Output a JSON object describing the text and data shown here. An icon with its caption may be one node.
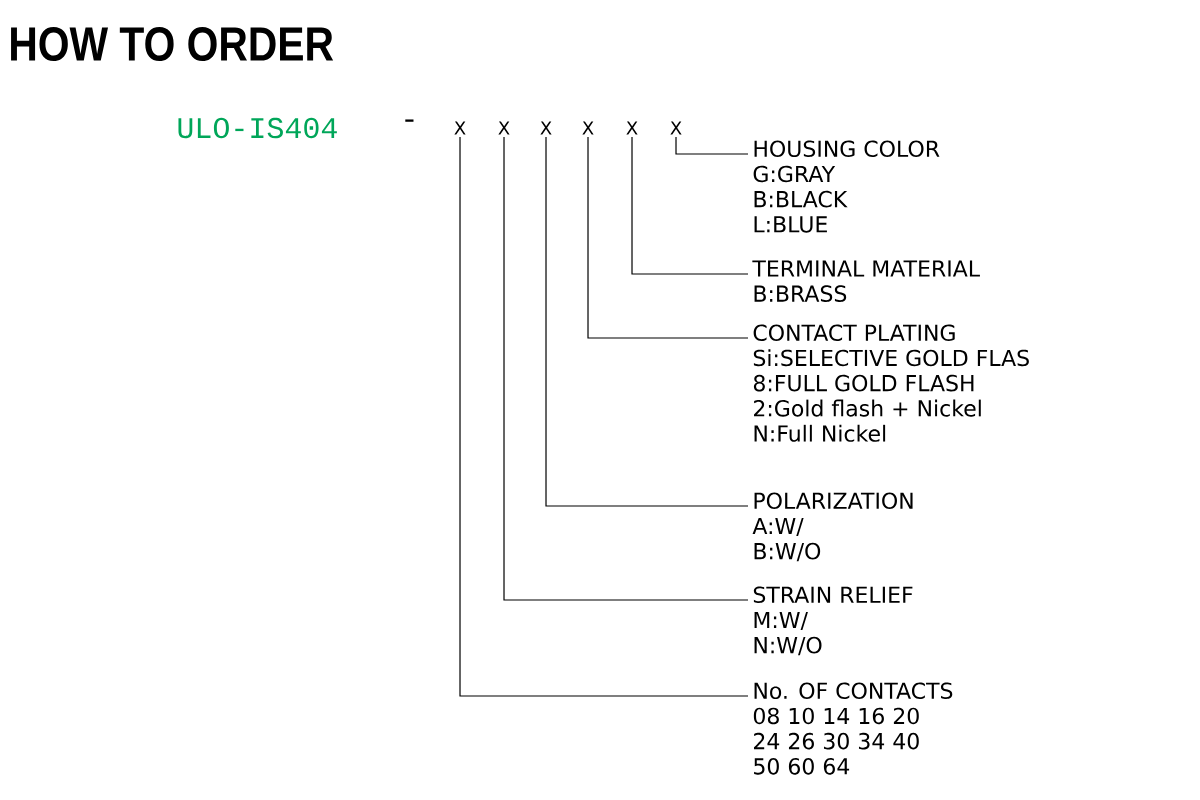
{
  "diagram": {
    "title": "HOW TO ORDER",
    "nodes": [
      {
        "text": [
          "X"
        ]
      },
      {
        "text": [
          "X"
        ]
      },
      {
        "text": [
          "X"
        ]
      },
      {
        "text": [
          "X"
        ]
      },
      {
        "text": [
          "X"
        ]
      },
      {
        "text": [
          "X"
        ]
      },
      {
        "text": [
          "HOUSING COLOR",
          "G:GRAY",
          "B:BLACK",
          "L:BLUE"
        ]
      },
      {
        "text": [
          "TERMINAL MATERIAL",
          "B:BRASS"
        ]
      },
      {
        "text": [
          "CONTACT PLATING",
          "Si:SELECTIVE GOLD FLAS",
          "8:FULL GOLD FLASH",
          "2:Gold flash + Nickel",
          "N:Full Nickel"
        ]
      },
      {
        "text": [
          "POLARIZATION",
          "A:W/",
          "B:W/O"
        ]
      },
      {
        "text": [
          "STRAIN RELIEF",
          "M:W/",
          "N:W/O"
        ]
      },
      {
        "text": [
          "No. OF CONTACTS",
          "08 10 14 16 20",
          "24 26 30 34 40",
          "50 60 64"
        ]
      }
    ],
    "edges": [
      {
        "from": 5,
        "to": 6,
        "arrow": "none"
      },
      {
        "from": 4,
        "to": 7,
        "arrow": "none"
      },
      {
        "from": 3,
        "to": 8,
        "arrow": "none"
      },
      {
        "from": 2,
        "to": 9,
        "arrow": "none"
      },
      {
        "from": 1,
        "to": 10,
        "arrow": "none"
      },
      {
        "from": 0,
        "to": 11,
        "arrow": "none"
      }
    ],
    "labels": [
      "ULO-IS404",
      "-"
    ]
  }
}
